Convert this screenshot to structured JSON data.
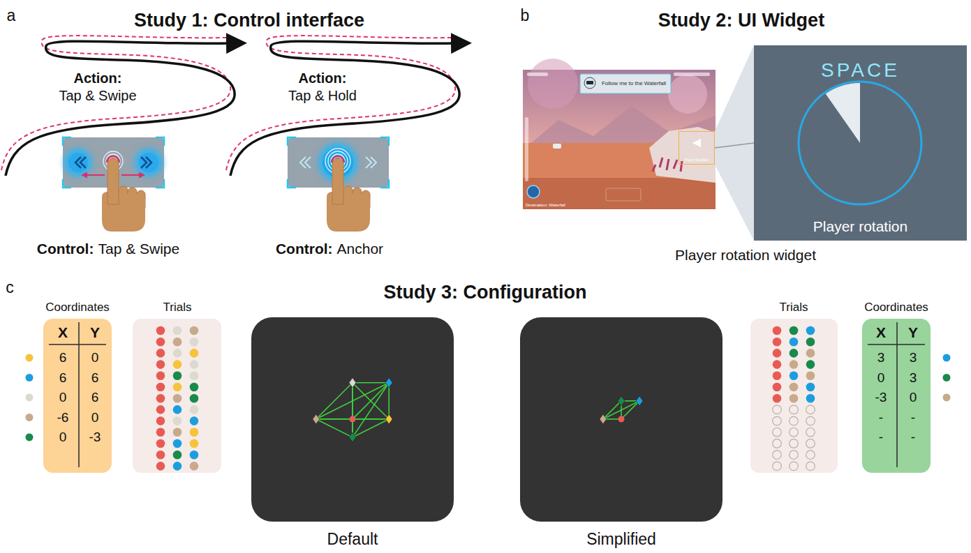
{
  "diagram": {
    "nodes": [
      {
        "text": [
          "Destination: Waterfall"
        ]
      },
      {
        "text": [
          "Follow me to the Waterfall"
        ],
        "in": 0
      },
      {
        "text": [
          "Player Rotation"
        ],
        "in": 0
      },
      {
        "text": [
          "SPACE",
          "Player rotation"
        ]
      },
      {
        "text": [
          "Default"
        ]
      },
      {
        "text": [
          "Simplified"
        ]
      }
    ],
    "edges": [
      {
        "from": 2,
        "to": 3,
        "arrow": "none"
      }
    ],
    "labels": [
      "a",
      "Study 1: Control interface",
      "Action:",
      "Tap & Swipe",
      "Action:",
      "Tap & Hold",
      "Control:",
      "Tap & Swipe",
      "Control:",
      "Anchor",
      "b",
      "Study 2: UI Widget",
      "Player rotation widget",
      "c",
      "Study 3: Configuration",
      "Coordinates",
      "X",
      "Y",
      "6",
      "0",
      "6",
      "6",
      "0",
      "6",
      "-6",
      "0",
      "0",
      "-3",
      "Trials",
      "Trials",
      "Coordinates",
      "X",
      "Y",
      "3",
      "3",
      "0",
      "3",
      "-3",
      "0",
      "-",
      "-",
      "-",
      "-"
    ]
  }
}
